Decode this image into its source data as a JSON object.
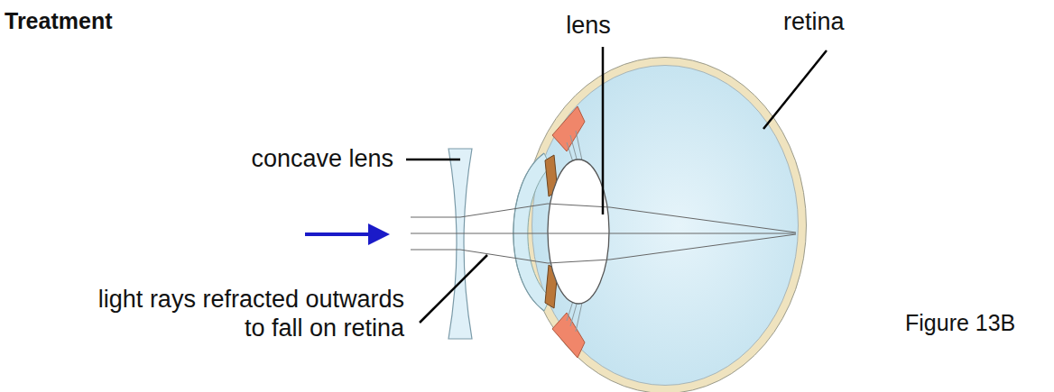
{
  "diagram": {
    "labels": [
      "Treatment",
      "lens",
      "retina",
      "concave lens",
      "light rays refracted outwards to fall on retina",
      "Figure 13B"
    ]
  }
}
